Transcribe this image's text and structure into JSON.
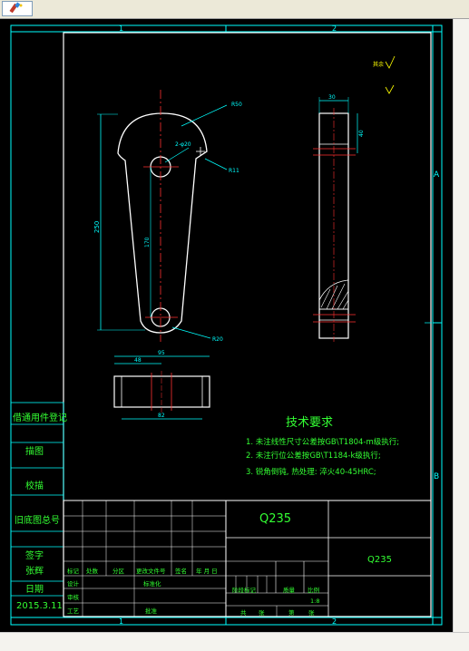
{
  "drawing": {
    "zone_columns": [
      "1",
      "2"
    ],
    "zone_rows": [
      "A",
      "B"
    ],
    "roughness_mark": "其余",
    "dimensions": {
      "r50": "R50",
      "hole_top": "2-φ20",
      "r11": "R11",
      "length_250": "250",
      "length_170": "170",
      "r20": "R20",
      "side_width": "30",
      "side_height": "40",
      "width_95": "95",
      "width_48": "48",
      "width_82": "82"
    },
    "tech_requirements": {
      "title": "技术要求",
      "items": [
        "1. 未注线性尺寸公差按GB\\T1804-m级执行;",
        "2. 未注行位公差按GB\\T1184-k级执行;",
        "3. 锐角倒钝, 热处理: 淬火40-45HRC;"
      ]
    },
    "left_block": {
      "labels": [
        "借通用件登记",
        "描图",
        "校描",
        "旧底图总号",
        "签字",
        "张辉",
        "日期",
        "2015.3.11"
      ]
    },
    "title_block": {
      "material_large": "Q235",
      "material_small": "Q235",
      "revision_headers": [
        "标记",
        "处数",
        "分区",
        "更改文件号",
        "签名",
        "年 月 日"
      ],
      "row_design": [
        "设计",
        "标准化"
      ],
      "stage_headers": [
        "阶段标记",
        "质量",
        "比例"
      ],
      "scale": "1:8",
      "sheets": [
        "共",
        "张",
        "第",
        "张"
      ],
      "row_review": "审核",
      "row_process": [
        "工艺",
        "批准"
      ]
    }
  }
}
